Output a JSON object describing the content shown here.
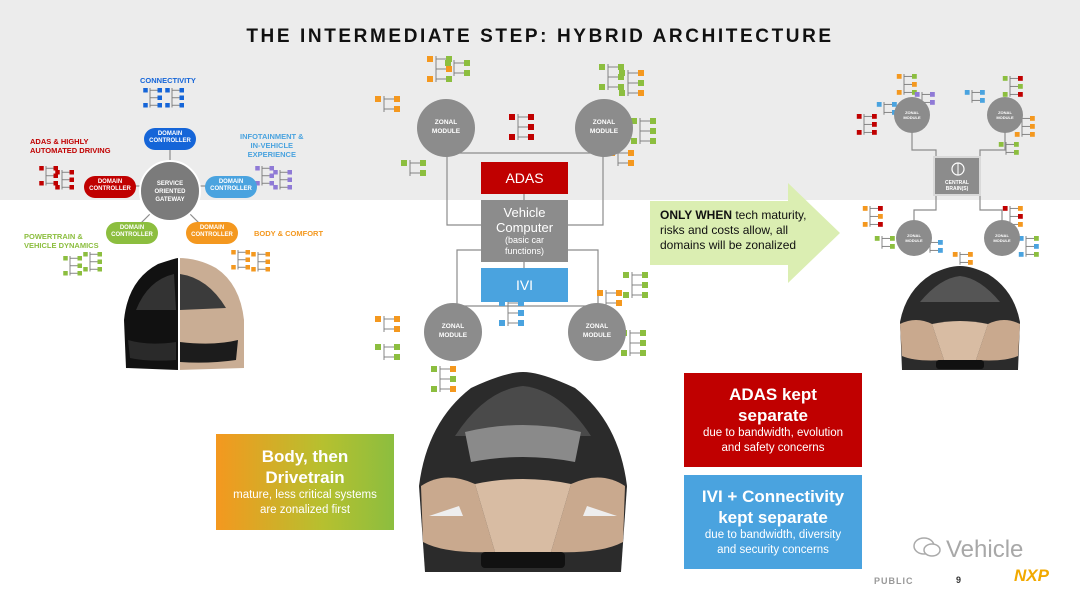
{
  "title": "THE INTERMEDIATE STEP: HYBRID ARCHITECTURE",
  "left": {
    "connectivity": "CONNECTIVITY",
    "adas": [
      "ADAS & HIGHLY",
      "AUTOMATED DRIVING"
    ],
    "infotainment": [
      "INFOTAINMENT &",
      "IN-VEHICLE",
      "EXPERIENCE"
    ],
    "powertrain": [
      "POWERTRAIN &",
      "VEHICLE DYNAMICS"
    ],
    "body": "BODY & COMFORT",
    "domain_controller": [
      "DOMAIN",
      "CONTROLLER"
    ],
    "soa": [
      "SERVICE",
      "ORIENTED",
      "GATEWAY"
    ]
  },
  "center": {
    "zonal": [
      "ZONAL",
      "MODULE"
    ],
    "adas": "ADAS",
    "vehicle_computer": [
      "Vehicle",
      "Computer"
    ],
    "vehicle_computer_sub": [
      "(basic car",
      "functions)"
    ],
    "ivi": "IVI"
  },
  "arrow": {
    "bold": "ONLY WHEN",
    "text": " tech maturity, risks and costs allow, all domains will be zonalized"
  },
  "right": {
    "zonal": [
      "ZONAL",
      "MODULE"
    ],
    "central": [
      "CENTRAL",
      "BRAIN(S)"
    ]
  },
  "boxes": {
    "body": {
      "title": [
        "Body, then",
        "Drivetrain"
      ],
      "sub": [
        "mature, less critical systems",
        "are zonalized first"
      ]
    },
    "adas": {
      "title": [
        "ADAS  kept",
        "separate"
      ],
      "sub": [
        "due to bandwidth, evolution",
        "and safety concerns"
      ]
    },
    "ivi": {
      "title": [
        "IVI + Connectivity",
        "kept separate"
      ],
      "sub": [
        "due to bandwidth, diversity",
        "and security concerns"
      ]
    }
  },
  "footer": {
    "public": "PUBLIC",
    "page": "9",
    "watermark": "Vehicle",
    "logo": "NXP"
  },
  "colors": {
    "red": "#c00000",
    "blue": "#4aa3df",
    "green": "#8cbe3f",
    "orange": "#f4981f",
    "gray": "#8c8c8c",
    "dc_blue": "#1565d8",
    "arrow_green": "#dbeeb2"
  }
}
